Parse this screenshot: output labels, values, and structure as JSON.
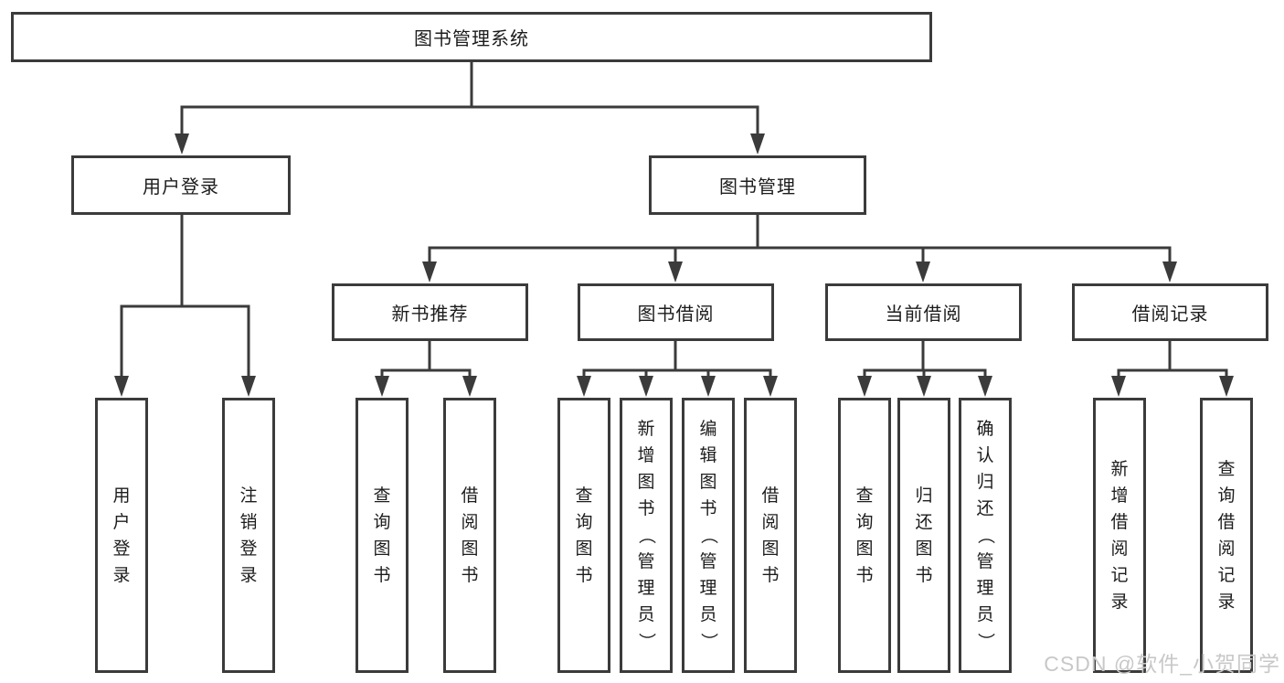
{
  "diagram": {
    "root": {
      "label": "图书管理系统",
      "children": [
        {
          "label": "用户登录",
          "children": [
            {
              "label": "用户登录"
            },
            {
              "label": "注销登录"
            }
          ]
        },
        {
          "label": "图书管理",
          "children": [
            {
              "label": "新书推荐",
              "children": [
                {
                  "label": "查询图书"
                },
                {
                  "label": "借阅图书"
                }
              ]
            },
            {
              "label": "图书借阅",
              "children": [
                {
                  "label": "查询图书"
                },
                {
                  "label": "新增图书（管理员）"
                },
                {
                  "label": "编辑图书（管理员）"
                },
                {
                  "label": "借阅图书"
                }
              ]
            },
            {
              "label": "当前借阅",
              "children": [
                {
                  "label": "查询图书"
                },
                {
                  "label": "归还图书"
                },
                {
                  "label": "确认归还（管理员）"
                }
              ]
            },
            {
              "label": "借阅记录",
              "children": [
                {
                  "label": "新增借阅记录"
                },
                {
                  "label": "查询借阅记录"
                }
              ]
            }
          ]
        }
      ]
    }
  },
  "watermark": {
    "text": "CSDN @软件_小贺同学"
  },
  "colors": {
    "line": "#3b3b3b",
    "box_border": "#3b3b3b",
    "text": "#1c1c1c",
    "background": "#ffffff",
    "watermark": "#c8c8c8"
  }
}
